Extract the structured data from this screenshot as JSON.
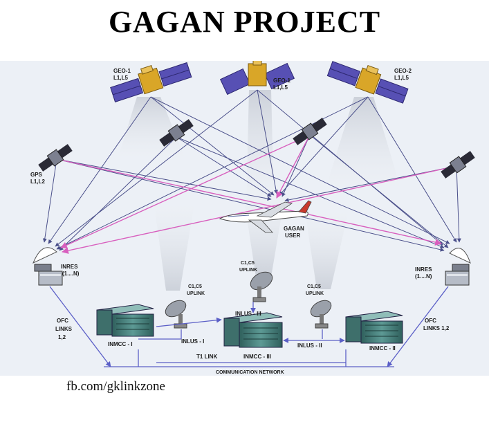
{
  "title": "GAGAN PROJECT",
  "footer": "fb.com/gklinkzone",
  "colors": {
    "background": "#ffffff",
    "diagram_bg": "#ecf0f6",
    "signal_line": "#4a4f8a",
    "pink_line": "#d85fbe",
    "network_line": "#5b5fc7",
    "beam": "#cfd4dc",
    "panel": "#5750b4",
    "gold": "#d9a628",
    "server": "#4f8a86"
  },
  "satellites": {
    "geo1_left": [
      "GEO-1",
      "L1,L5"
    ],
    "geo1_mid": [
      "GEO-1",
      "L1,L5"
    ],
    "geo2": [
      "GEO-2",
      "L1,L5"
    ],
    "gps": [
      "GPS",
      "L1,L2"
    ]
  },
  "user": [
    "GAGAN",
    "USER"
  ],
  "inres_left": [
    "INRES",
    "(1....N)"
  ],
  "inres_right": [
    "INRES",
    "(1....N)"
  ],
  "ofc_left": [
    "OFC",
    "LINKS",
    "1,2"
  ],
  "ofc_right": [
    "OFC",
    "LINKS 1,2"
  ],
  "uplink_left": [
    "C1,C5",
    "UPLINK"
  ],
  "uplink_mid": [
    "C1,C5",
    "UPLINK"
  ],
  "uplink_right": [
    "C1,C5",
    "UPLINK"
  ],
  "stations": {
    "inlus_1": "INLUS - I",
    "inlus_2": "INLUS - II",
    "inlus_3": "INLUS - III",
    "inmcc_1": "INMCC - I",
    "inmcc_2": "INMCC - II",
    "inmcc_3": "INMCC - III"
  },
  "links": {
    "t1": "T1 LINK",
    "network": "COMMUNICATION NETWORK"
  }
}
